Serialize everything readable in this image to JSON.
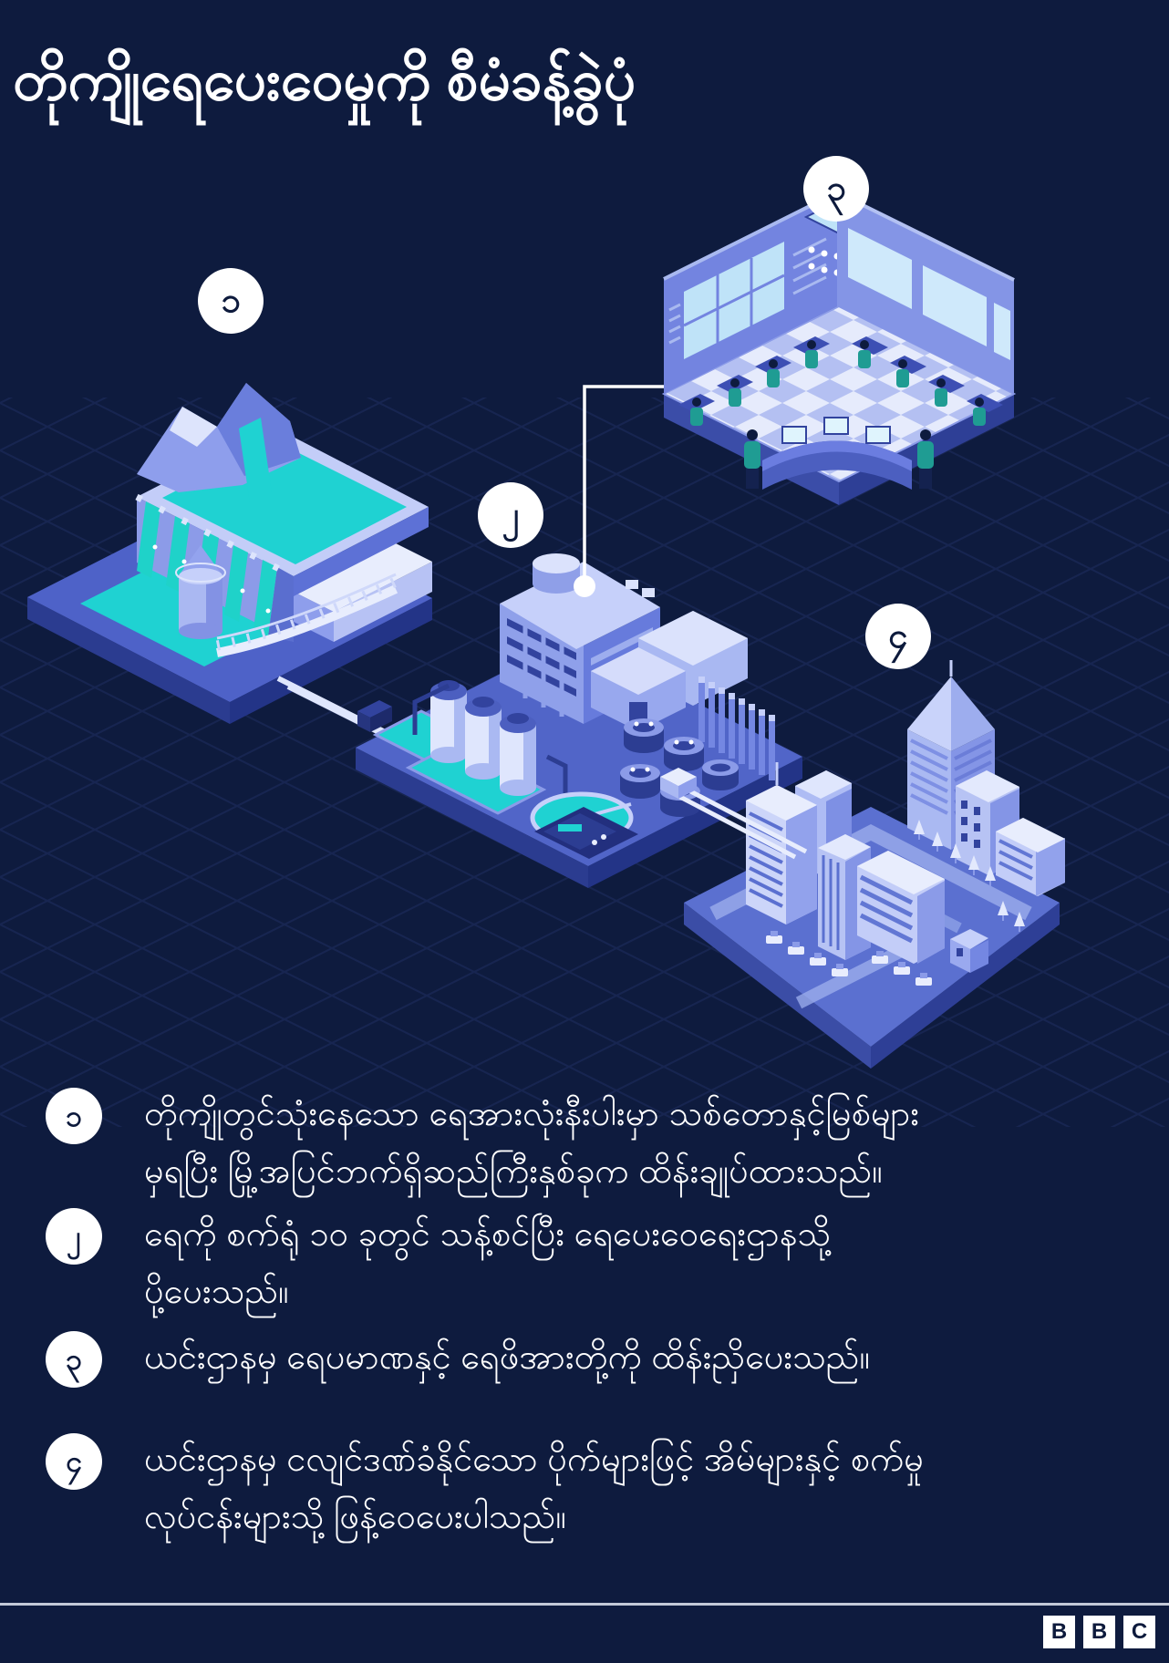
{
  "title": "တိုကျိုရေပေးဝေမှုကို စီမံခန့်ခွဲပုံ",
  "colors": {
    "background_navy": "#0e1b3e",
    "teal_water": "#1fd2d2",
    "periwinkle": "#8c9be8",
    "text_white": "#ffffff"
  },
  "diagram": {
    "markers": [
      {
        "id": "dam",
        "numeral": "၁"
      },
      {
        "id": "treatment-plant",
        "numeral": "၂"
      },
      {
        "id": "control-room",
        "numeral": "၃"
      },
      {
        "id": "city",
        "numeral": "၄"
      }
    ]
  },
  "steps": [
    {
      "numeral": "၁",
      "lines": [
        "တိုကျိုတွင်သုံးနေသော ရေအားလုံးနီးပါးမှာ သစ်တောနှင့်မြစ်များ",
        "မှရပြီး မြို့အပြင်ဘက်ရှိဆည်ကြီးနှစ်ခုက ထိန်းချုပ်ထားသည်။"
      ]
    },
    {
      "numeral": "၂",
      "lines": [
        "ရေကို စက်ရုံ ၁၀ ခုတွင် သန့်စင်ပြီး ရေပေးဝေရေးဌာနသို့",
        "ပို့ပေးသည်။"
      ]
    },
    {
      "numeral": "၃",
      "lines": [
        "ယင်းဌာနမှ ရေပမာဏနှင့် ရေဖိအားတို့ကို ထိန်းညှိပေးသည်။"
      ]
    },
    {
      "numeral": "၄",
      "lines": [
        "ယင်းဌာနမှ ငလျင်ဒဏ်ခံနိုင်သော ပိုက်များဖြင့် အိမ်များနှင့် စက်မှု",
        "လုပ်ငန်းများသို့ ဖြန့်ဝေပေးပါသည်။"
      ]
    }
  ],
  "footer": {
    "logo_letters": [
      "B",
      "B",
      "C"
    ]
  }
}
